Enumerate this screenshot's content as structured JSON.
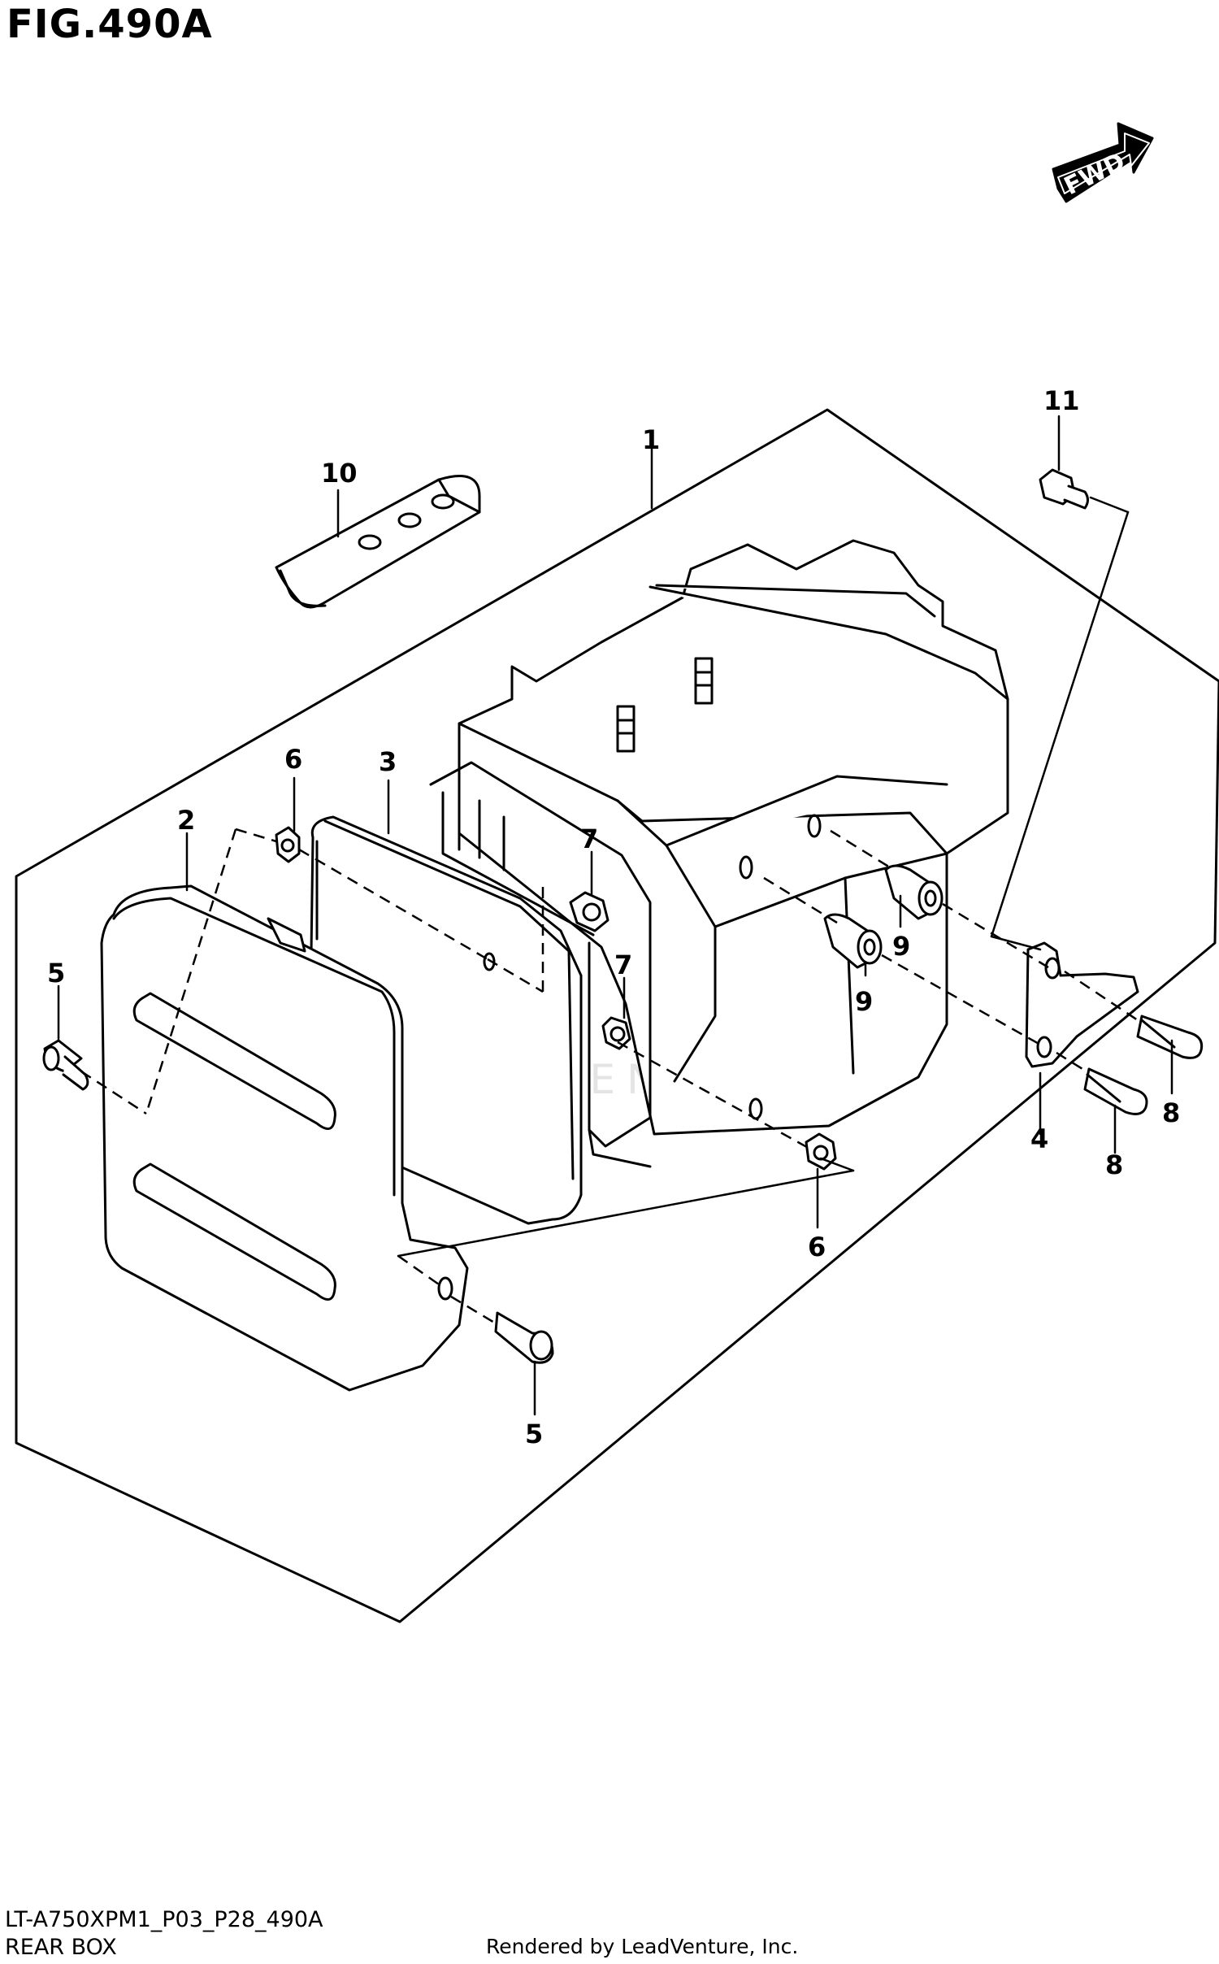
{
  "figure_title": "FIG.490A",
  "fwd_label": "FWD",
  "watermark": "LEADVENTURE",
  "part_labels": {
    "p1": "1",
    "p2": "2",
    "p3": "3",
    "p4": "4",
    "p5a": "5",
    "p5b": "5",
    "p6a": "6",
    "p6b": "6",
    "p7a": "7",
    "p7b": "7",
    "p8a": "8",
    "p8b": "8",
    "p9a": "9",
    "p9b": "9",
    "p10": "10",
    "p11": "11"
  },
  "footer": {
    "code": "LT-A750XPM1_P03_P28_490A",
    "name": "REAR BOX",
    "credit": "Rendered by LeadVenture, Inc."
  }
}
